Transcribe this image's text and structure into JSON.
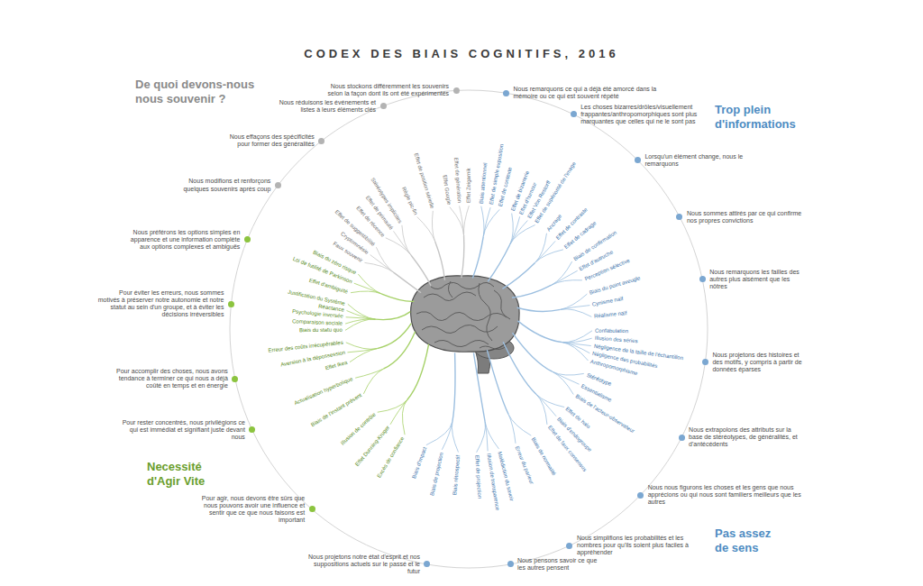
{
  "diagram": {
    "title": "CODEX DES BIAIS COGNITIFS, 2016",
    "nodes": [
      {
        "text": [
          "Nous remarquons ce qui a déjà été amorcé dans la mémoire ou ce qui est souvent répété"
        ]
      },
      {
        "text": [
          "Les choses bizarres/drôles/visuellement frappantes/anthropomorphiques sont plus marquantes que celles qui ne le sont pas"
        ]
      },
      {
        "text": [
          "Lorsqu'un élément change, nous le remarquons"
        ]
      },
      {
        "text": [
          "Nous sommes attirés par ce qui confirme nos propres convictions"
        ]
      },
      {
        "text": [
          "Nous remarquons les failles des autres plus aisément que les nôtres"
        ]
      },
      {
        "text": [
          "Nous projetons des histoires et des motifs, y compris à partir de données éparses"
        ]
      },
      {
        "text": [
          "Nous extrapolons des attributs sur la base de stéréotypes, de généralités, et d'antécédents"
        ]
      },
      {
        "text": [
          "Nous nous figurons les choses et les gens que nous apprécions ou qui nous sont familiers meilleurs que les autres"
        ]
      },
      {
        "text": [
          "Nous simplifions les probabilités et les nombres pour qu'ils soient plus faciles à appréhender"
        ]
      },
      {
        "text": [
          "Nous pensons savoir ce que les autres pensent"
        ]
      },
      {
        "text": [
          "Nous projetons notre état d'esprit et nos suppositions actuels sur le passé et le futur"
        ]
      },
      {
        "text": [
          "Pour agir, nous devons être sûrs que nous pouvons avoir une influence et sentir que ce que nous faisons est important"
        ]
      },
      {
        "text": [
          "Pour rester concentrés, nous privilégions ce qui est immédiat et signifiant juste devant nous"
        ]
      },
      {
        "text": [
          "Pour accomplir des choses, nous avons tendance à terminer ce qui nous a déjà coûté en temps et en énergie"
        ]
      },
      {
        "text": [
          "Pour éviter les erreurs, nous sommes motivés à préserver notre autonomie et notre statut au sein d'un groupe, et à éviter les décisions irréversibles"
        ]
      },
      {
        "text": [
          "Nous préférons les options simples en apparence et une information complète aux options complexes et ambiguës"
        ]
      },
      {
        "text": [
          "Nous modifions et renforçons quelques souvenirs après coup"
        ]
      },
      {
        "text": [
          "Nous effaçons des spécificités pour former des généralités"
        ]
      },
      {
        "text": [
          "Nous réduisons les événements et listes à leurs éléments clés"
        ]
      },
      {
        "text": [
          "Nous stockons différemment les souvenirs selon la façon dont ils ont été expérimentés"
        ]
      }
    ],
    "labels": [
      "De quoi devons-nous nous souvenir ?",
      "Trop plein d'informations",
      "Necessité d'Agir Vite",
      "Pas assez de sens",
      "Biais attentionnel",
      "Effet de simple exposition",
      "Effet de contexte",
      "Effet de bizarrerie",
      "Effet d'humour",
      "Effet Von Restorff",
      "Effet de supériorité de l'image",
      "Ancrage",
      "Effet de contraste",
      "Effet de cadrage",
      "Biais de confirmation",
      "Effet d'autruche",
      "Perception sélective",
      "Biais du point aveugle",
      "Cynisme naïf",
      "Réalisme naïf",
      "Confabulation",
      "Illusion des séries",
      "Négligence de la taille de l'échantillon",
      "Négligence des probabilités",
      "Anthropomorphisme",
      "Stéréotype",
      "Essentialisme",
      "Biais de l'acteur-observateur",
      "Effet de halo",
      "Biais d'endogroupe",
      "Effet de faux consensus",
      "Biais de normalité",
      "Erreur du parieur",
      "Malédiction du savoir",
      "Illusion de transparence",
      "Effet de projection",
      "Biais rétrospectif",
      "Biais de projection",
      "Biais d'impact",
      "Excès de confiance",
      "Effet Dunning-Kruger",
      "Illusion de contrôle",
      "Biais de l'instant présent",
      "Actualisation hyperbolique",
      "Effet Ikea",
      "Aversion à la dépossession",
      "Erreur des coûts irrécupérables",
      "Biais du statu quo",
      "Comparaison sociale",
      "Psychologie inversée",
      "Réactance",
      "Justification du Système",
      "Effet d'ambiguïté",
      "Loi de futilité de Parkinson",
      "Biais du zéro risque",
      "Faux souvenir",
      "Cryptomnésie",
      "Effet de suggestibilité",
      "Effet de récence",
      "Effet de primauté",
      "Stéréotypes implicites",
      "Règle pic-fin",
      "Effet de position sérielle",
      "Effet Google",
      "Effet de génération",
      "Effet Zeigarnik"
    ]
  }
}
